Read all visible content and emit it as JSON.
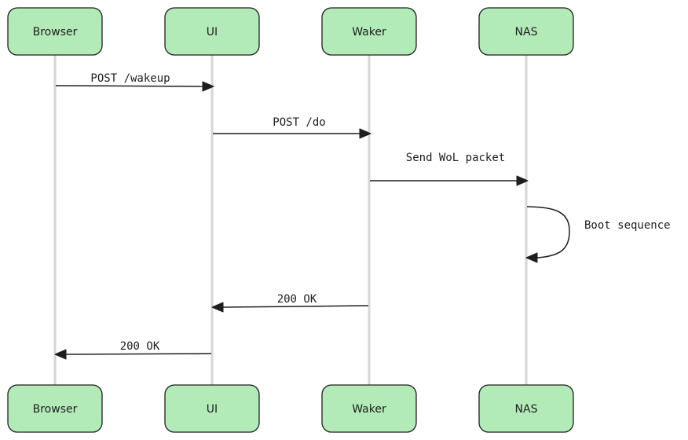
{
  "actors": [
    {
      "id": "browser",
      "label": "Browser"
    },
    {
      "id": "ui",
      "label": "UI"
    },
    {
      "id": "waker",
      "label": "Waker"
    },
    {
      "id": "nas",
      "label": "NAS"
    }
  ],
  "messages": [
    {
      "from": "browser",
      "to": "ui",
      "label": "POST /wakeup"
    },
    {
      "from": "ui",
      "to": "waker",
      "label": "POST /do"
    },
    {
      "from": "waker",
      "to": "nas",
      "label": "Send WoL packet"
    },
    {
      "from": "nas",
      "to": "nas",
      "label": "Boot sequence"
    },
    {
      "from": "waker",
      "to": "ui",
      "label": "200 OK"
    },
    {
      "from": "ui",
      "to": "browser",
      "label": "200 OK"
    }
  ],
  "colors": {
    "actor_fill": "#b2ebb8",
    "stroke": "#1e1e1e",
    "lifeline": "#d6d6d6"
  }
}
